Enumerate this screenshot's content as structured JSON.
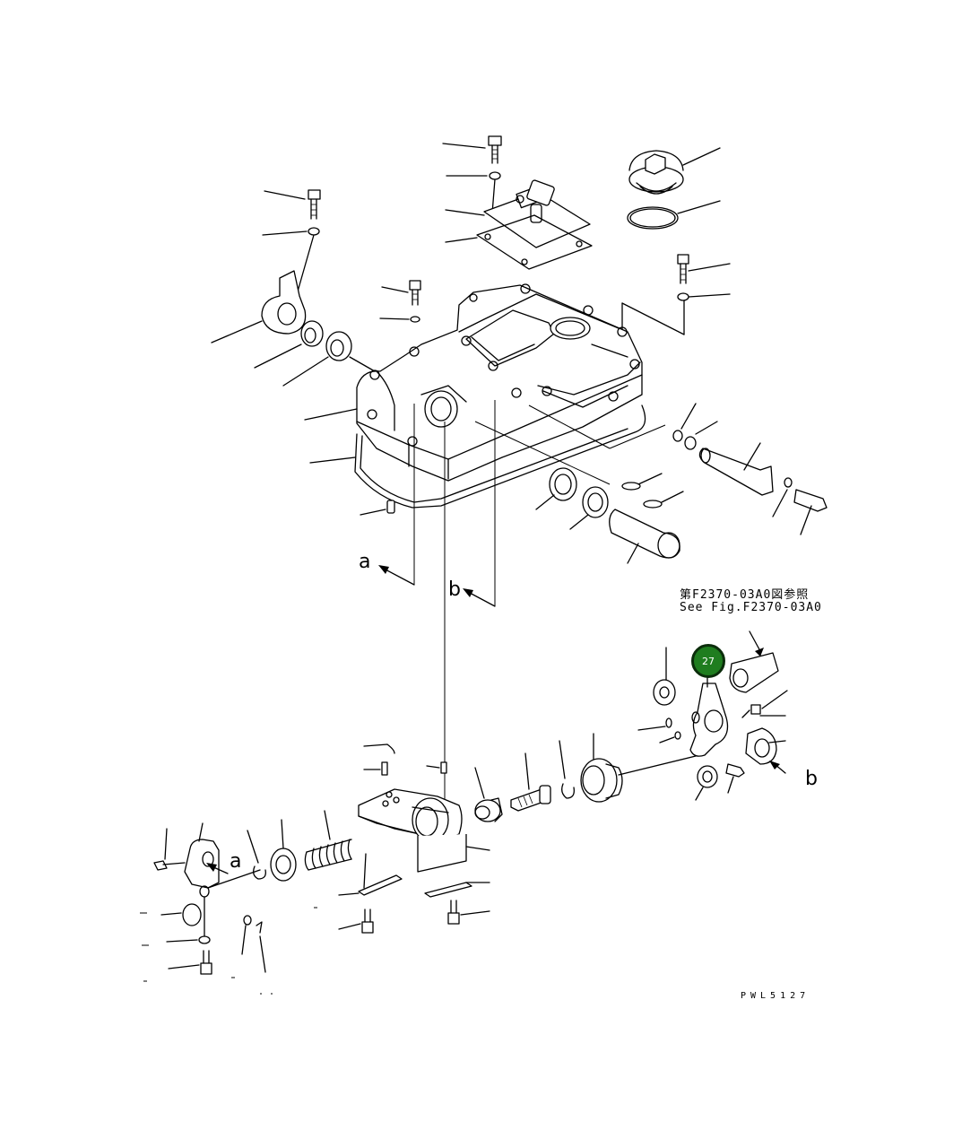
{
  "diagram": {
    "reference_note_jp": "第F2370-03A0図参照",
    "reference_note_en": "See Fig.F2370-03A0",
    "view_marks": [
      "a",
      "b"
    ],
    "drawing_code": "PWL5127",
    "callout": {
      "number": "27",
      "color": "#1f7d1f"
    }
  }
}
